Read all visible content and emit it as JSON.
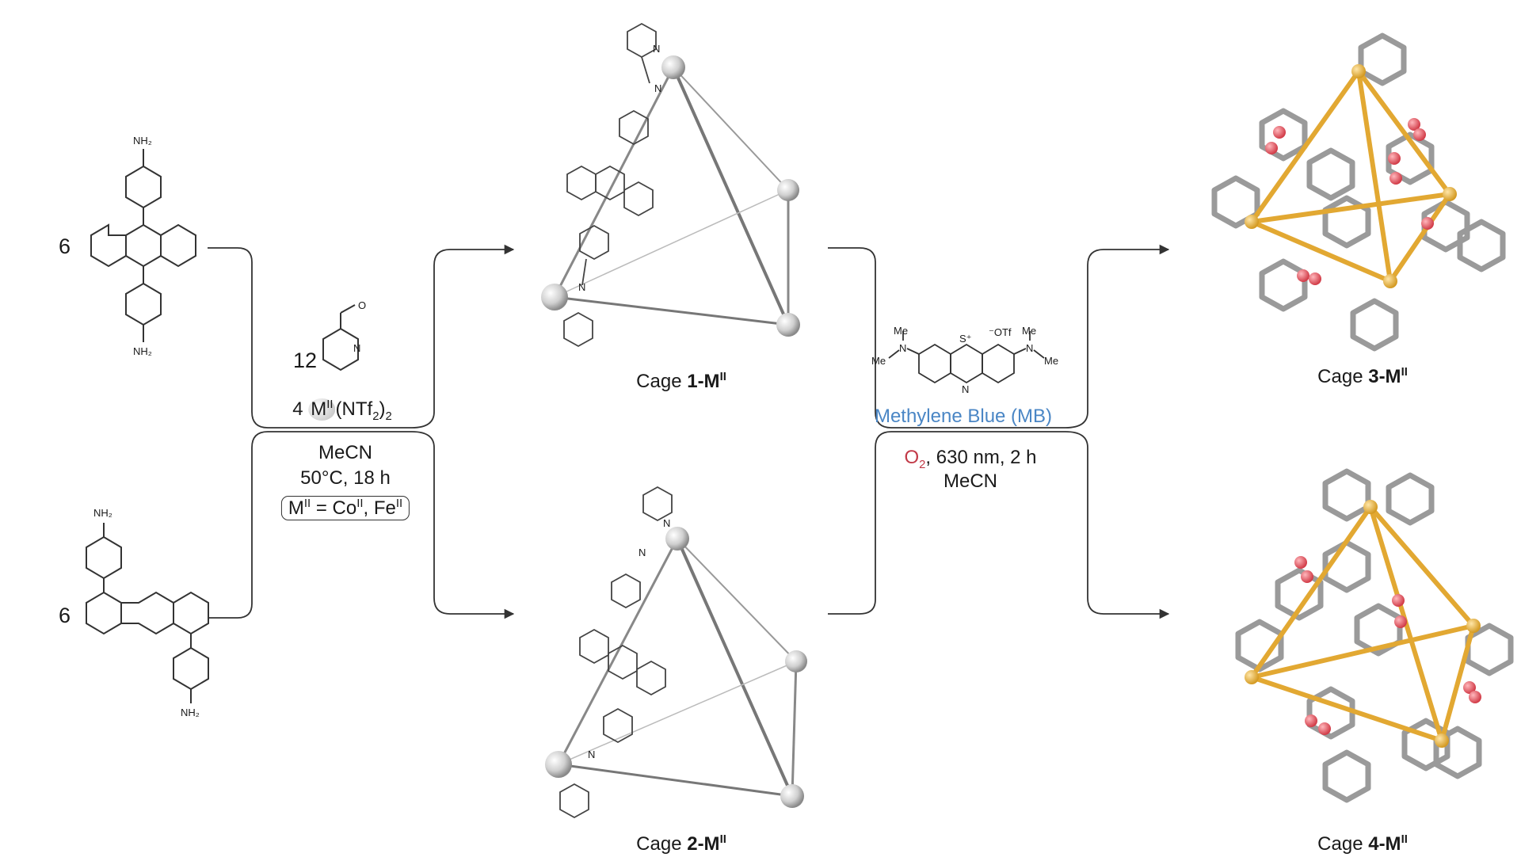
{
  "reactants": {
    "top": {
      "coefficient": "6",
      "amine_top": "NH₂",
      "amine_bottom": "NH₂"
    },
    "bottom": {
      "coefficient": "6",
      "amine_top": "NH₂",
      "amine_bottom": "NH₂"
    }
  },
  "aldehyde": {
    "coefficient": "12",
    "o_atom": "O",
    "n_atom": "N"
  },
  "metal_salt": {
    "coefficient": "4",
    "metal": "M",
    "metal_sup": "II",
    "anion": "(NTf",
    "anion_sub": "2",
    "anion_close": ")",
    "anion_tail_sub": "2"
  },
  "conditions1": {
    "solvent": "MeCN",
    "temp_time": "50°C, 18 h",
    "metal_def": {
      "m": "M",
      "m_sup": "II",
      "eq": " = Co",
      "co_sup": "II",
      "sep": ", Fe",
      "fe_sup": "II"
    }
  },
  "cages": {
    "cage1": {
      "prefix": "Cage ",
      "bold": "1-M",
      "sup": "II"
    },
    "cage2": {
      "prefix": "Cage ",
      "bold": "2-M",
      "sup": "II"
    },
    "cage3": {
      "prefix": "Cage ",
      "bold": "3-M",
      "sup": "II"
    },
    "cage4": {
      "prefix": "Cage ",
      "bold": "4-M",
      "sup": "II"
    }
  },
  "cage_atoms": {
    "n_label": "N"
  },
  "methylene_blue": {
    "me": "Me",
    "s_plus": "S⁺",
    "n_ring": "N",
    "n_amine": "N",
    "counterion": "⁻OTf",
    "name": "Methylene Blue (MB)"
  },
  "conditions2": {
    "o2": "O",
    "o2_sub": "2",
    "rest": ", 630 nm, 2 h",
    "solvent": "MeCN"
  },
  "colors": {
    "oxygen": "#e0505a",
    "metal": "#e2a832",
    "bond": "#9a9a9a",
    "mb_label": "#4a86c5",
    "o2_label": "#c23a48"
  }
}
